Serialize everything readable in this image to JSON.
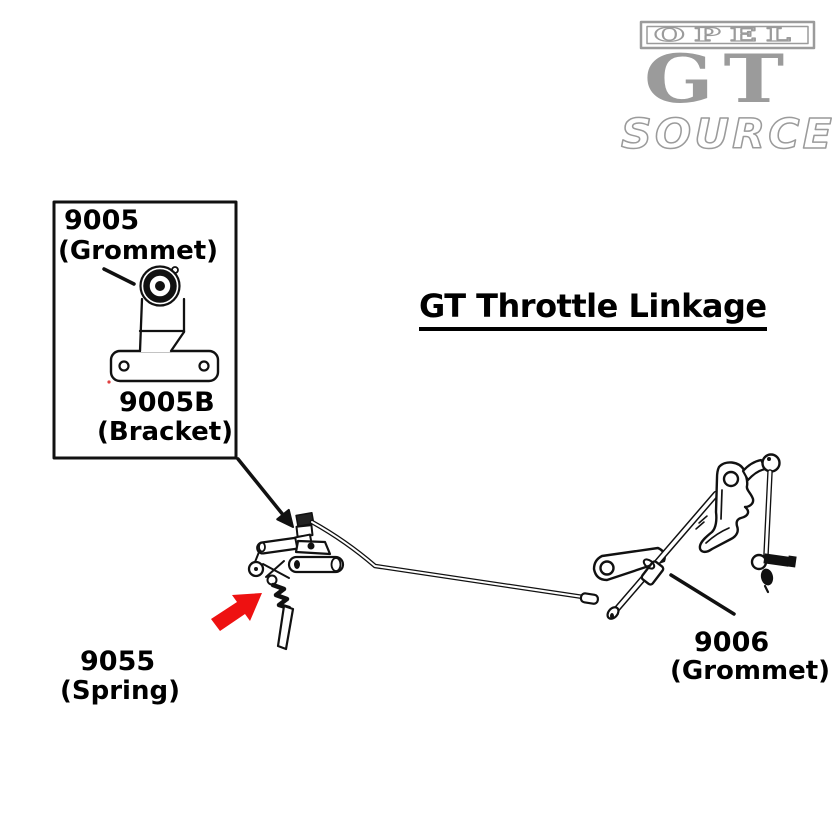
{
  "logo": {
    "brand": "OPEL",
    "model": "GT",
    "suffix": "SOURCE"
  },
  "title": "GT Throttle Linkage",
  "callout": {
    "part1_number": "9005",
    "part1_name": "(Grommet)",
    "part2_number": "9005B",
    "part2_name": "(Bracket)"
  },
  "parts": {
    "spring_number": "9055",
    "spring_name": "(Spring)",
    "grommet_number": "9006",
    "grommet_name": "(Grommet)"
  },
  "icons": {
    "red_arrow": "thick-red-arrow-pointing-up-right-at-spring",
    "callout_arrow": "black-arrow-from-box-to-bracket-location"
  },
  "colors": {
    "ink": "#111111",
    "logo_gray": "#9b9b9b",
    "red_arrow": "#ee1111"
  }
}
